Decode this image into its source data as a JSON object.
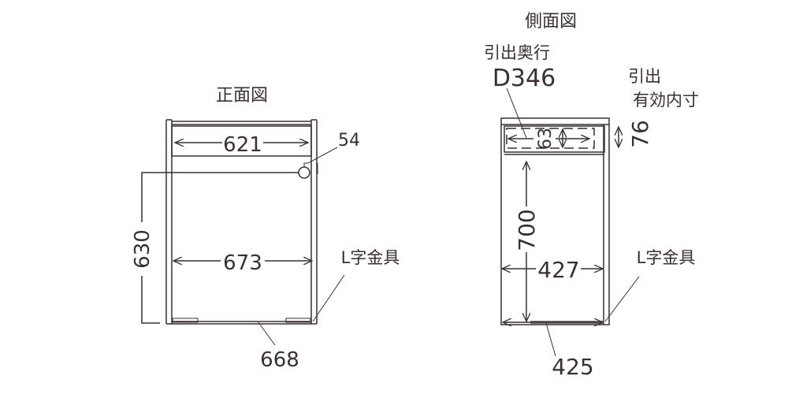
{
  "front_view": {
    "title": "正面図",
    "dims": {
      "drawer_width": "621",
      "hole": "54",
      "height": "630",
      "inner_width": "673",
      "bottom_width": "668"
    },
    "bracket_label": "L字金具"
  },
  "side_view": {
    "title": "側面図",
    "drawer_depth_label": "引出奥行",
    "drawer_depth": "D346",
    "drawer_inner_label_1": "引出",
    "drawer_inner_label_2": "有効内寸",
    "dims": {
      "drawer_inner": "63",
      "drawer_height": "76",
      "height": "700",
      "inner_depth": "427",
      "bottom_depth": "425"
    },
    "bracket_label": "L字金具"
  }
}
